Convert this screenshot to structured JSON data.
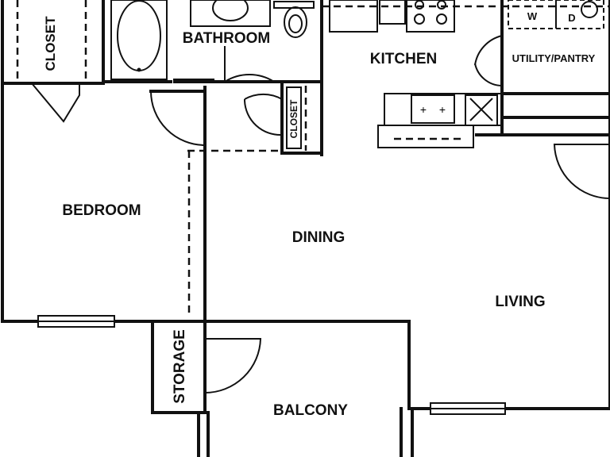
{
  "plan": {
    "rooms": {
      "closet_left": "CLOSET",
      "bathroom": "BATHROOM",
      "kitchen": "KITCHEN",
      "utility": "UTILITY/PANTRY",
      "closet_small": "CLOSET",
      "bedroom": "BEDROOM",
      "dining": "DINING",
      "living": "LIVING",
      "storage": "STORAGE",
      "balcony": "BALCONY"
    },
    "appliances": {
      "washer": "W",
      "dryer": "D"
    }
  }
}
